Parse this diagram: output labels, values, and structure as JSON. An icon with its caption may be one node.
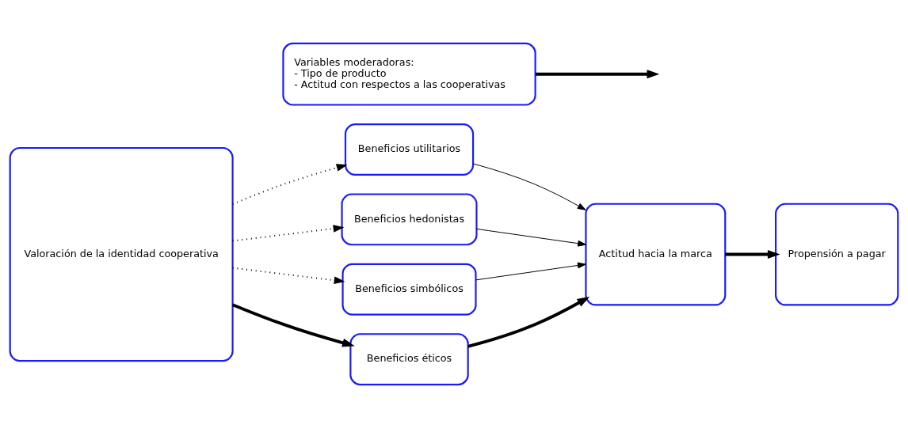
{
  "diagram": {
    "nodes": [
      {
        "text": [
          "Valoración de la identidad cooperativa"
        ]
      },
      {
        "text": [
          "Beneficios utilitarios"
        ]
      },
      {
        "text": [
          "Beneficios hedonistas"
        ]
      },
      {
        "text": [
          "Beneficios simbólicos"
        ]
      },
      {
        "text": [
          "Beneficios éticos"
        ]
      },
      {
        "text": [
          "Actitud hacia la marca"
        ]
      },
      {
        "text": [
          "Propensión a pagar"
        ]
      },
      {
        "text": [
          "Variables moderadoras:",
          "- Tipo de producto",
          "- Actitud con respectos a las cooperativas"
        ]
      }
    ],
    "edges": [
      {
        "from": 0,
        "to": 1,
        "arrow": "to",
        "style": "dashed"
      },
      {
        "from": 0,
        "to": 2,
        "arrow": "to",
        "style": "dashed"
      },
      {
        "from": 0,
        "to": 3,
        "arrow": "to",
        "style": "dashed"
      },
      {
        "from": 0,
        "to": 4,
        "arrow": "to",
        "style": "thick"
      },
      {
        "from": 1,
        "to": 5,
        "arrow": "to"
      },
      {
        "from": 2,
        "to": 5,
        "arrow": "to"
      },
      {
        "from": 3,
        "to": 5,
        "arrow": "to"
      },
      {
        "from": 4,
        "to": 5,
        "arrow": "to",
        "style": "thick"
      },
      {
        "from": 5,
        "to": 6,
        "arrow": "to",
        "style": "thick"
      },
      {
        "from": 7,
        "to": null,
        "arrow": "to",
        "style": "thick"
      }
    ]
  }
}
